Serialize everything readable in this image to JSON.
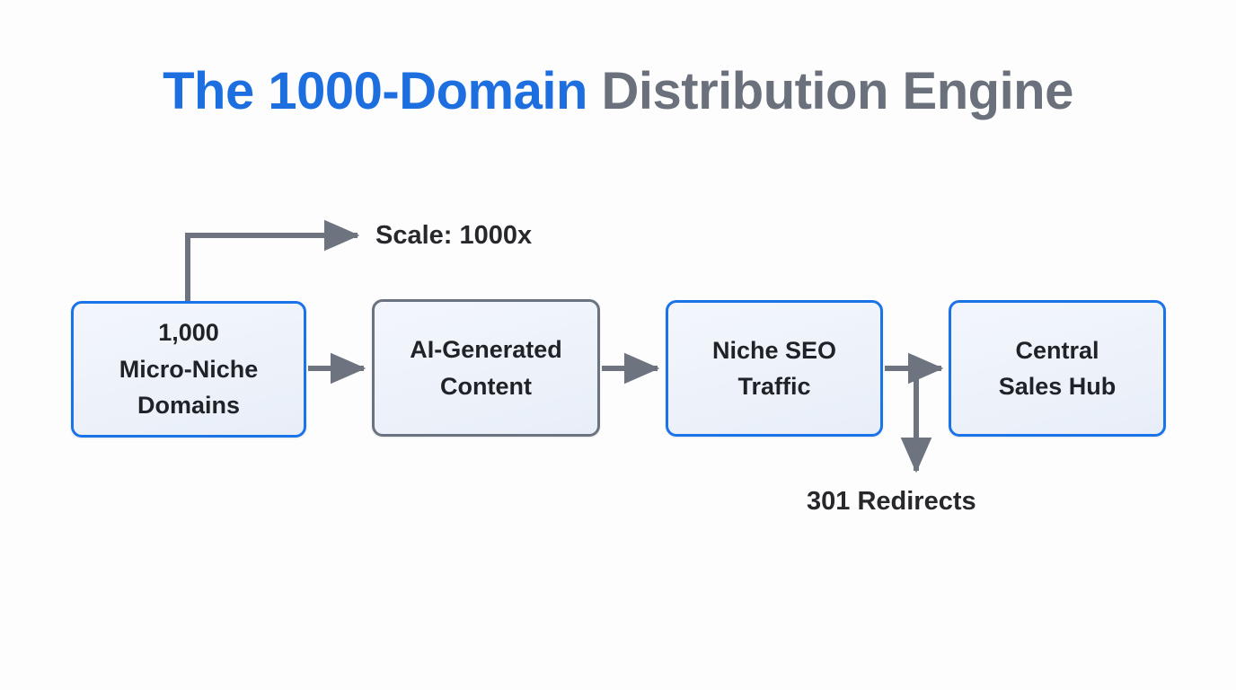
{
  "page": {
    "background_color": "#fdfdfd"
  },
  "title": {
    "accent_text": "The 1000-Domain",
    "rest_text": " Distribution Engine",
    "accent_color": "#1d6fe0",
    "rest_color": "#6b717c"
  },
  "diagram": {
    "type": "flowchart",
    "nodes": [
      {
        "id": "domains",
        "label": "1,000\nMicro-Niche\nDomains",
        "lines": [
          "1,000",
          "Micro-Niche",
          "Domains"
        ],
        "border_color": "#1a73e8",
        "fill_color": "#eff3fb"
      },
      {
        "id": "content",
        "label": "AI-Generated\nContent",
        "lines": [
          "AI-Generated",
          "Content"
        ],
        "border_color": "#6b7280",
        "fill_color": "#eff3fb"
      },
      {
        "id": "traffic",
        "label": "Niche SEO\nTraffic",
        "lines": [
          "Niche SEO",
          "Traffic"
        ],
        "border_color": "#1a73e8",
        "fill_color": "#eff3fb"
      },
      {
        "id": "hub",
        "label": "Central\nSales Hub",
        "lines": [
          "Central",
          "Sales Hub"
        ],
        "border_color": "#1a73e8",
        "fill_color": "#eff3fb"
      }
    ],
    "annotations": [
      {
        "id": "scale",
        "text": "Scale: 1000x",
        "color": "#26282c"
      },
      {
        "id": "redirects",
        "text": "301 Redirects",
        "color": "#26282c"
      }
    ],
    "edges": [
      {
        "from": "domains",
        "to": "content",
        "style": "arrow"
      },
      {
        "from": "content",
        "to": "traffic",
        "style": "arrow"
      },
      {
        "from": "traffic",
        "to": "hub",
        "style": "arrow"
      },
      {
        "from": "domains",
        "to": "scale",
        "style": "elbow-arrow"
      },
      {
        "from": "traffic",
        "to": "redirects",
        "style": "branch-arrow"
      }
    ],
    "connector_color": "#6e747f"
  }
}
